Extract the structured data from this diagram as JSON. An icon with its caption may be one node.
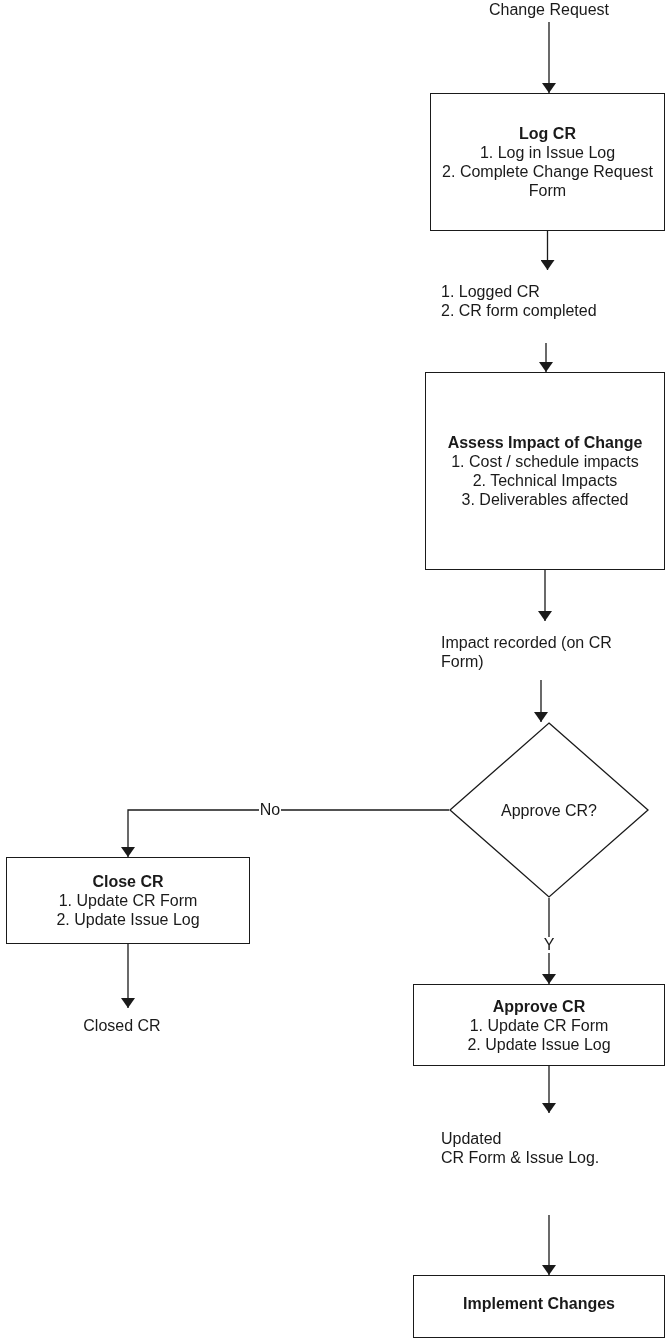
{
  "diagram": {
    "nodes": [
      {
        "text": [
          "Change Request"
        ]
      },
      {
        "text": [
          "Log CR",
          "1. Log in Issue Log",
          "2. Complete Change Request Form"
        ]
      },
      {
        "text": [
          "1. Logged CR",
          "2. CR form completed"
        ]
      },
      {
        "text": [
          "Assess Impact of Change",
          "1. Cost / schedule impacts",
          "2. Technical Impacts",
          "3. Deliverables affected"
        ]
      },
      {
        "text": [
          "Impact recorded (on CR Form)"
        ]
      },
      {
        "text": [
          "Approve CR?"
        ]
      },
      {
        "text": [
          "Close CR",
          "1. Update CR Form",
          "2. Update Issue Log"
        ]
      },
      {
        "text": [
          "Closed CR"
        ]
      },
      {
        "text": [
          "Approve CR",
          "1. Update CR Form",
          "2. Update Issue Log"
        ]
      },
      {
        "text": [
          "Updated",
          "CR Form & Issue Log."
        ]
      },
      {
        "text": [
          "Implement Changes"
        ]
      }
    ],
    "edges": [
      {
        "from": 0,
        "to": 1,
        "arrow": "to"
      },
      {
        "from": 1,
        "to": 2,
        "arrow": "to"
      },
      {
        "from": 2,
        "to": 3,
        "arrow": "to"
      },
      {
        "from": 3,
        "to": 4,
        "arrow": "to"
      },
      {
        "from": 4,
        "to": 5,
        "arrow": "to"
      },
      {
        "from": 5,
        "to": 6,
        "arrow": "to",
        "label": "No"
      },
      {
        "from": 5,
        "to": 8,
        "arrow": "to",
        "label": "Y"
      },
      {
        "from": 6,
        "to": 7,
        "arrow": "to"
      },
      {
        "from": 8,
        "to": 9,
        "arrow": "to"
      },
      {
        "from": 9,
        "to": 10,
        "arrow": "to"
      }
    ]
  }
}
